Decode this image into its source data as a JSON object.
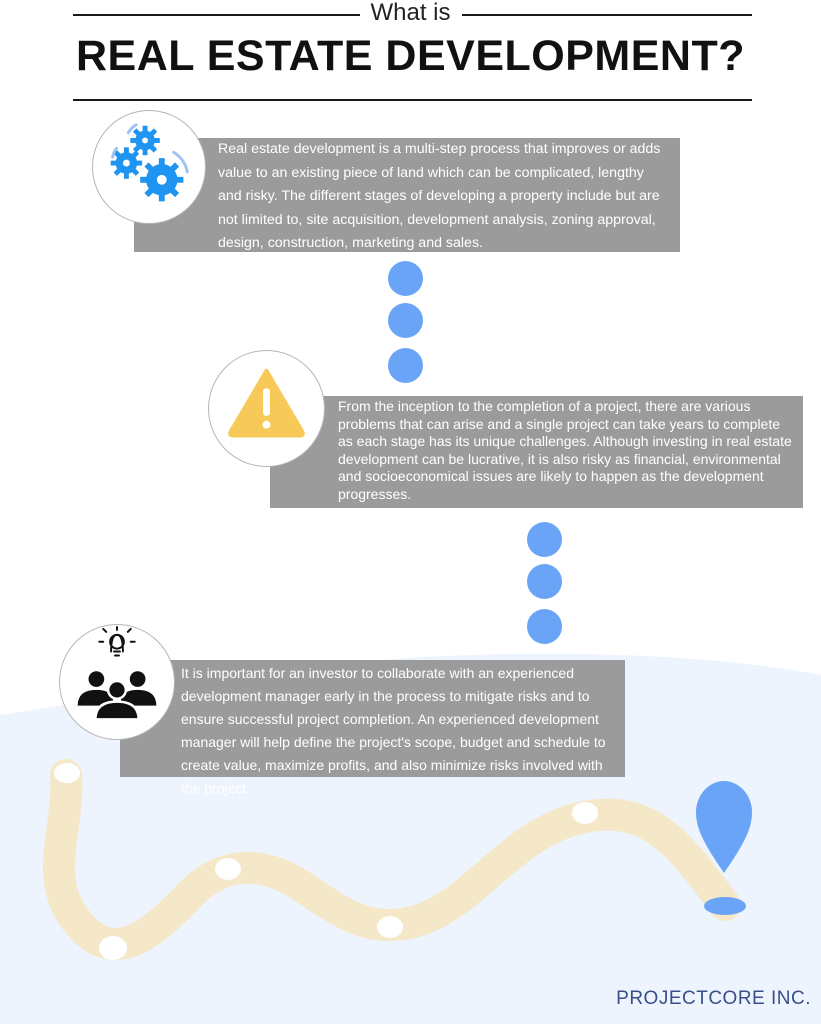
{
  "header": {
    "subtitle": "What is",
    "title": "REAL ESTATE DEVELOPMENT?"
  },
  "sections": [
    {
      "icon": "gears-icon",
      "text": "Real estate development is a multi-step process that improves or adds value to an existing piece of land which can be complicated, lengthy and risky. The different stages of developing a property include but are not limited to, site acquisition, development analysis, zoning approval, design, construction, marketing and sales."
    },
    {
      "icon": "warning-icon",
      "text": "From the inception to the completion of a project, there are various problems that can arise and a single project can take years to complete as each stage has its unique challenges. Although investing in real estate development can be lucrative, it is also risky as financial, environmental and socioeconomical issues are likely to happen as the development progresses."
    },
    {
      "icon": "team-idea-icon",
      "text": "It is important for an investor to collaborate with an experienced development manager early in the process to mitigate risks and to ensure successful project completion. An experienced development manager will help define the project's scope, budget and schedule to create value, maximize profits, and also minimize risks involved with the project."
    }
  ],
  "footer": {
    "brand": "PROJECTCORE INC."
  },
  "colors": {
    "dot_blue": "#6aa4f7",
    "gear_blue": "#1f94f0",
    "warning_yellow": "#f7c959",
    "text_box_gray": "#9b9b9b",
    "road": "#f5e8c8",
    "background_wave": "#eef4fd",
    "brand_text": "#3a4f8a"
  }
}
